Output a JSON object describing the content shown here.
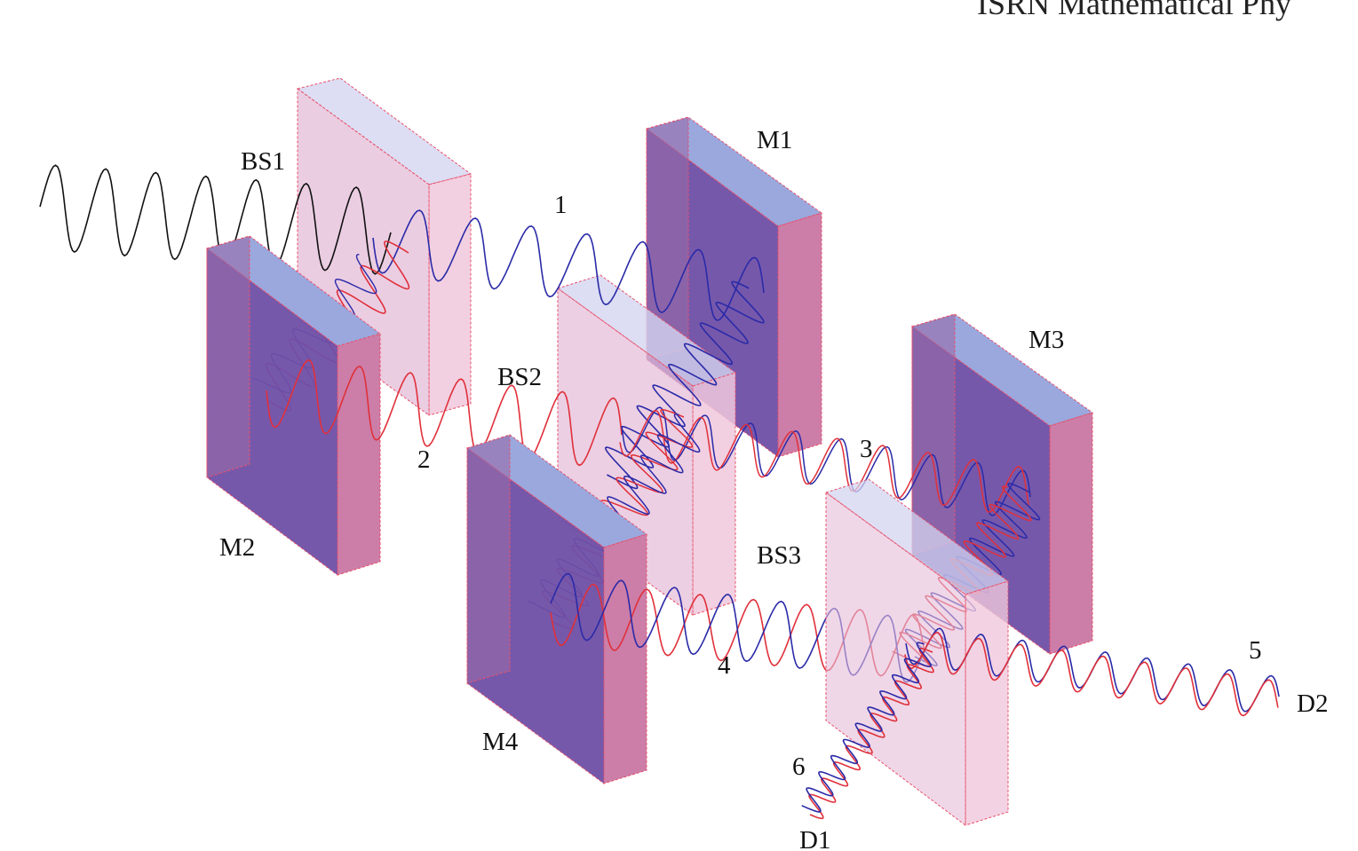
{
  "header": {
    "text": "ISRN Mathematical Phy"
  },
  "labels": {
    "bs1": "BS1",
    "bs2": "BS2",
    "bs3": "BS3",
    "m1": "M1",
    "m2": "M2",
    "m3": "M3",
    "m4": "M4",
    "path1": "1",
    "path2": "2",
    "path3": "3",
    "path4": "4",
    "path5": "5",
    "path6": "6",
    "d1": "D1",
    "d2": "D2"
  },
  "colors": {
    "wave_input": "#111111",
    "wave_blue": "#2a2aa8",
    "wave_red": "#e0303a",
    "mirror_face": "#6f4fa6",
    "mirror_side": "#cc7ea8",
    "mirror_top": "#9aa8de",
    "splitter_face": "#e4bcd8",
    "splitter_side": "#f0c8dc",
    "splitter_top": "#d4d4f0",
    "edge": "#e8506a"
  }
}
